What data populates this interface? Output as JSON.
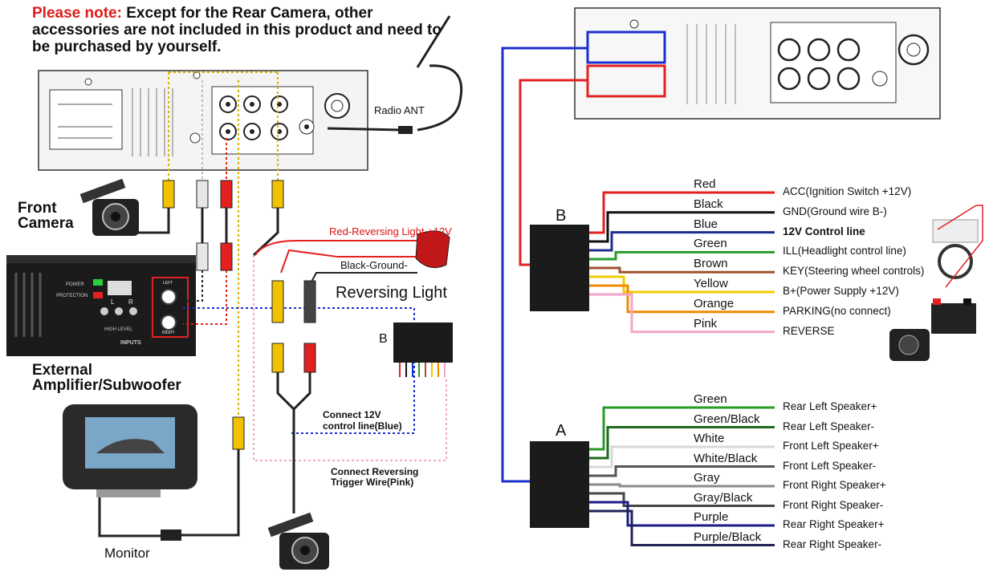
{
  "note": {
    "lead": "Please note:",
    "text": " Except for the Rear Camera, other accessories are not included in this product and need to be purchased by yourself."
  },
  "left": {
    "radio_ant": "Radio ANT",
    "front_camera": "Front Camera",
    "front_camera_line1": "Front",
    "front_camera_line2": "Camera",
    "amplifier_line1": "External",
    "amplifier_line2": "Amplifier/Subwoofer",
    "monitor": "Monitor",
    "reversing_light": "Reversing Light",
    "red_reversing": "Red-Reversing Light +12V",
    "black_ground": "Black-Ground-",
    "connect_12v_line1": "Connect 12V",
    "connect_12v_line2": "control line(Blue)",
    "connect_rev_line1": "Connect Reversing",
    "connect_rev_line2": "Trigger Wire(Pink)",
    "b_box": "B",
    "amp_power": "POWER",
    "amp_protection": "PROTECTION",
    "amp_high_level": "HIGH LEVEL",
    "amp_inputs": "INPUTS",
    "amp_left": "LEFT",
    "amp_right": "RIGHT",
    "amp_l": "L",
    "amp_r": "R"
  },
  "right": {
    "connector_b": "B",
    "connector_a": "A",
    "b_wires": [
      {
        "color_name": "Red",
        "function": "ACC(Ignition Switch +12V)",
        "hex": "#e32020"
      },
      {
        "color_name": "Black",
        "function": "GND(Ground wire B-)",
        "hex": "#111111"
      },
      {
        "color_name": "Blue",
        "function": "12V Control line",
        "hex": "#1c2f8f"
      },
      {
        "color_name": "Green",
        "function": "ILL(Headlight control line)",
        "hex": "#2a9a2a"
      },
      {
        "color_name": "Brown",
        "function": "KEY(Steering wheel controls)",
        "hex": "#a0522d"
      },
      {
        "color_name": "Yellow",
        "function": "B+(Power Supply +12V)",
        "hex": "#f1cc00"
      },
      {
        "color_name": "Orange",
        "function": "PARKING(no connect)",
        "hex": "#f08a00"
      },
      {
        "color_name": "Pink",
        "function": "REVERSE",
        "hex": "#f2a6c8"
      }
    ],
    "a_wires": [
      {
        "color_name": "Green",
        "function": "Rear Left Speaker+",
        "hex": "#2a9a2a"
      },
      {
        "color_name": "Green/Black",
        "function": "Rear Left Speaker-",
        "hex": "#1f6a1f"
      },
      {
        "color_name": "White",
        "function": "Front Left Speaker+",
        "hex": "#d8d8d8"
      },
      {
        "color_name": "White/Black",
        "function": "Front Left Speaker-",
        "hex": "#555555"
      },
      {
        "color_name": "Gray",
        "function": "Front Right Speaker+",
        "hex": "#8a8a8a"
      },
      {
        "color_name": "Gray/Black",
        "function": "Front Right Speaker-",
        "hex": "#444444"
      },
      {
        "color_name": "Purple",
        "function": "Rear Right Speaker+",
        "hex": "#1b1b88"
      },
      {
        "color_name": "Purple/Black",
        "function": "Rear Right Speaker-",
        "hex": "#222255"
      }
    ]
  },
  "colors": {
    "note_red": "#e01b1b",
    "wire_blue": "#1a2fcf",
    "wire_red": "#e32020",
    "rca_yellow": "#f2c200",
    "pink": "#f2a6c8"
  }
}
